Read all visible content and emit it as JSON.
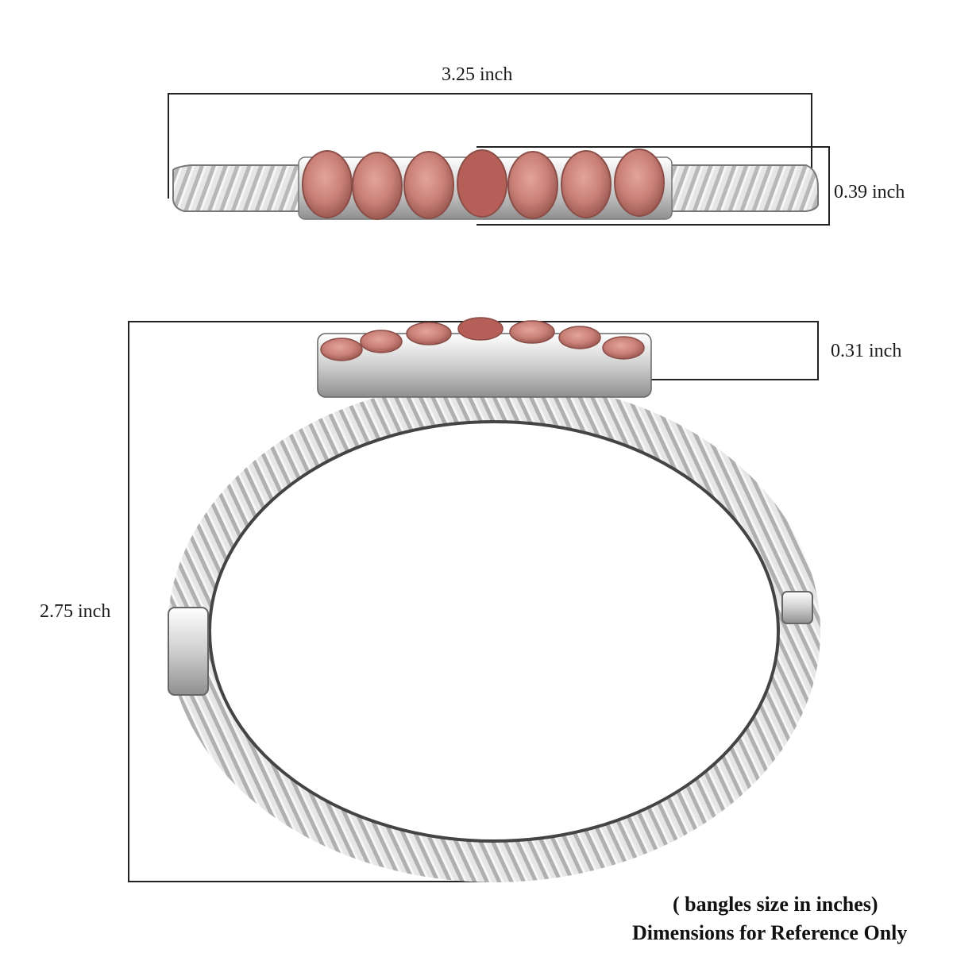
{
  "dimensions": {
    "top_width": "3.25 inch",
    "top_height": "0.39 inch",
    "side_stone_height": "0.31 inch",
    "side_height": "2.75 inch"
  },
  "caption": {
    "line1": "( bangles size in inches)",
    "line2": "Dimensions for Reference Only"
  },
  "product": {
    "stone_count": 7,
    "colors": {
      "stone": "#c98077",
      "stone_dark": "#a85d56",
      "metal": "#d9d9d9",
      "metal_dark": "#9a9a9a",
      "line": "#222222"
    }
  }
}
